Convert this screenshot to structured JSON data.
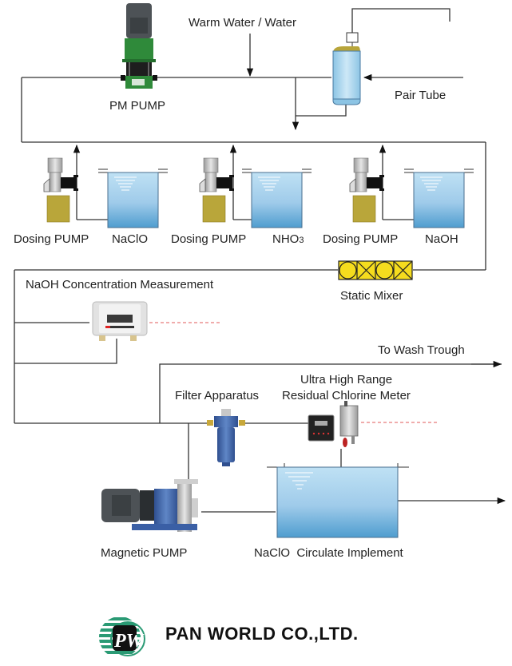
{
  "diagram": {
    "title": "NaClO production process flow",
    "labels": {
      "warm_water": "Warm Water / Water",
      "pm_pump": "PM PUMP",
      "pair_tube": "Pair Tube",
      "dosing_pump_1": "Dosing PUMP",
      "tank_1": "NaClO",
      "dosing_pump_2": "Dosing PUMP",
      "tank_2_main": "NHO",
      "tank_2_sub": "3",
      "dosing_pump_3": "Dosing PUMP",
      "tank_3": "NaOH",
      "static_mixer": "Static Mixer",
      "naoh_measurement": "NaOH Concentration Measurement",
      "to_wash_trough": "To Wash Trough",
      "chlorine_meter_line1": "Ultra High Range",
      "chlorine_meter_line2": "Residual Chlorine Meter",
      "filter": "Filter Apparatus",
      "magnetic_pump": "Magnetic PUMP",
      "circulate": "NaClO  Circulate Implement"
    },
    "colors": {
      "pipe": "#333333",
      "water_top": "#a8d4ee",
      "water_bottom": "#5aa6d4",
      "mixer": "#f5dc1e",
      "pump_green": "#2f8a3a",
      "dosing_base": "#b9a63a",
      "signal_dash": "#e05a5a",
      "logo_green": "#2a9a74"
    }
  },
  "logo": {
    "mark": "PW",
    "company": "PAN WORLD CO.,LTD."
  }
}
